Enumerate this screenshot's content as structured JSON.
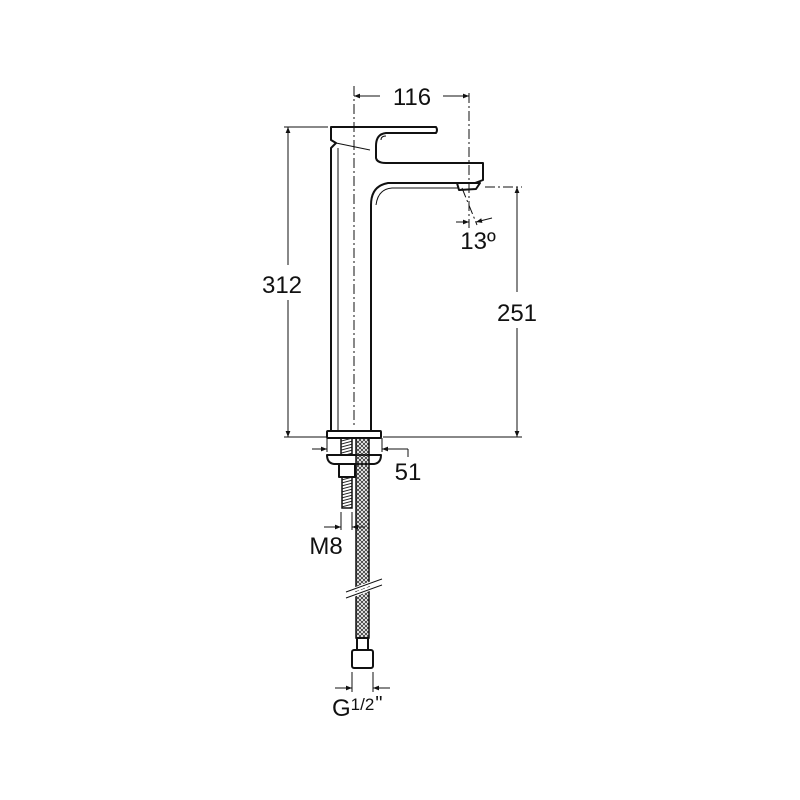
{
  "dimensions": {
    "reach": "116",
    "total_height": "312",
    "spout_height": "251",
    "spout_angle": "13º",
    "base_diameter": "51",
    "stud_thread": "M8",
    "hose_connection": {
      "letter": "G",
      "fraction": "1/2",
      "unit": "\""
    }
  }
}
